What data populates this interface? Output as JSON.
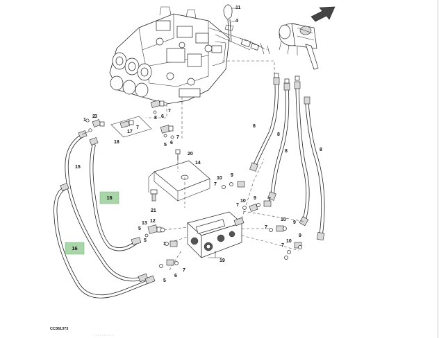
{
  "figure_id": "CC361373",
  "callouts": {
    "c1": "1",
    "c2": "2",
    "c3": "3",
    "c4": "4",
    "c5a": "5",
    "c5b": "5",
    "c5c": "5",
    "c5d": "5",
    "c6a": "6",
    "c6b": "6",
    "c6c": "6",
    "c7a": "7",
    "c7b": "7",
    "c7c": "7",
    "c7d": "7",
    "c7e": "7",
    "c7f": "7",
    "c7g": "7",
    "c7h": "7",
    "c7i": "7",
    "c8a": "8",
    "c8b": "8",
    "c8c": "8",
    "c8d": "8",
    "c8e": "8",
    "c9a": "9",
    "c9b": "9",
    "c9c": "9",
    "c9d": "9",
    "c10a": "10",
    "c10b": "10",
    "c10c": "10",
    "c10d": "10",
    "c11": "11",
    "c12": "12",
    "c13": "13",
    "c14": "14",
    "c15": "15",
    "c17": "17",
    "c18": "18",
    "c19": "19",
    "c20": "20",
    "c21": "21"
  },
  "highlights": {
    "h1": "16",
    "h2": "16"
  },
  "colors": {
    "highlight_fill": "#a9d5a9",
    "line": "#222222",
    "background": "#ffffff"
  },
  "icons": {
    "direction_arrow": "front-direction-arrow-icon"
  }
}
